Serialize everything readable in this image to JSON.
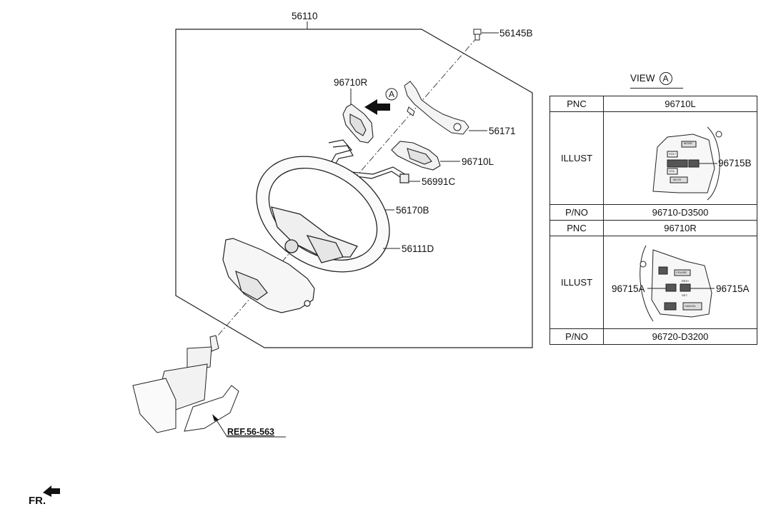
{
  "callouts": {
    "p56110": "56110",
    "p56145B": "56145B",
    "p96710R": "96710R",
    "p56171": "56171",
    "p96710L": "96710L",
    "p56991C": "56991C",
    "p56170B": "56170B",
    "p56111D": "56111D",
    "ref": "REF.56-563",
    "view_marker": "A",
    "fr": "FR."
  },
  "view": {
    "title": "VIEW",
    "marker": "A"
  },
  "table": {
    "left": {
      "pnc_label": "PNC",
      "pnc_value": "96710L",
      "illust_label": "ILLUST",
      "illust_callout": "96715B",
      "pno_label": "P/NO",
      "pno_value": "96710-D3500",
      "switch_labels": [
        "MODE",
        "VOL+",
        "VOL-",
        "MUTE"
      ]
    },
    "right": {
      "pnc_label": "PNC",
      "pnc_value": "96710R",
      "illust_label": "ILLUST",
      "illust_callout_left": "96715A",
      "illust_callout_right": "96715A",
      "pno_label": "P/NO",
      "pno_value": "96720-D3200",
      "switch_labels": [
        "CRUISE",
        "RES+",
        "SET-",
        "CANCEL"
      ]
    }
  }
}
